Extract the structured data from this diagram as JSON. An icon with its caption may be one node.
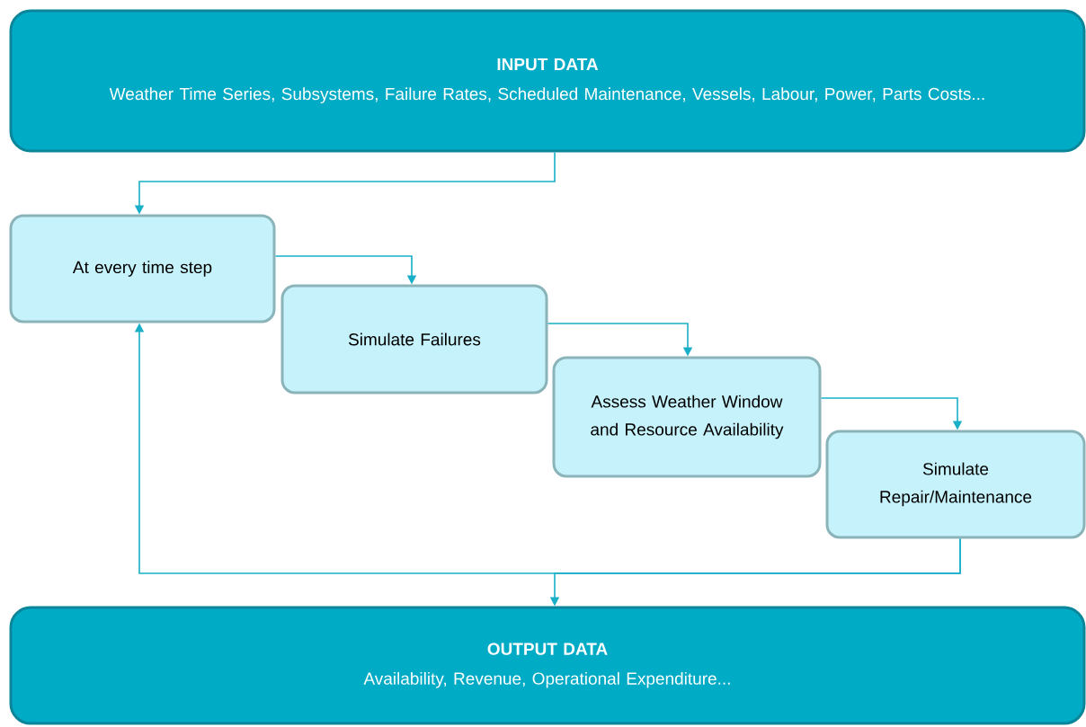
{
  "diagram": {
    "nodes": [
      {
        "text": [
          "INPUT DATA",
          "Weather Time Series, Subsystems, Failure Rates, Scheduled Maintenance, Vessels, Labour, Power, Parts Costs..."
        ]
      },
      {
        "text": [
          "At every time step"
        ]
      },
      {
        "text": [
          "Simulate Failures"
        ]
      },
      {
        "text": [
          "Assess Weather Window and Resource Availability"
        ]
      },
      {
        "text": [
          "Simulate Repair/Maintenance"
        ]
      },
      {
        "text": [
          "OUTPUT DATA",
          "Availability, Revenue, Operational Expenditure..."
        ]
      }
    ],
    "edges": [
      {
        "from": 0,
        "to": 1,
        "arrow": "to"
      },
      {
        "from": 1,
        "to": 2,
        "arrow": "to"
      },
      {
        "from": 2,
        "to": 3,
        "arrow": "to"
      },
      {
        "from": 3,
        "to": 4,
        "arrow": "to"
      },
      {
        "from": 4,
        "to": 1,
        "arrow": "to"
      },
      {
        "from": 4,
        "to": 5,
        "arrow": "to"
      }
    ]
  }
}
